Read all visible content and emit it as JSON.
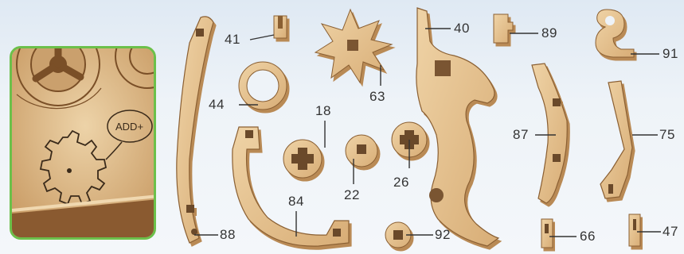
{
  "inset": {
    "note": "ADD+"
  },
  "parts": [
    {
      "id": "41",
      "label": "41"
    },
    {
      "id": "63",
      "label": "63"
    },
    {
      "id": "40",
      "label": "40"
    },
    {
      "id": "89",
      "label": "89"
    },
    {
      "id": "91",
      "label": "91"
    },
    {
      "id": "44",
      "label": "44"
    },
    {
      "id": "18",
      "label": "18"
    },
    {
      "id": "26",
      "label": "26"
    },
    {
      "id": "22",
      "label": "22"
    },
    {
      "id": "87",
      "label": "87"
    },
    {
      "id": "75",
      "label": "75"
    },
    {
      "id": "84",
      "label": "84"
    },
    {
      "id": "88",
      "label": "88"
    },
    {
      "id": "92",
      "label": "92"
    },
    {
      "id": "66",
      "label": "66"
    },
    {
      "id": "47",
      "label": "47"
    }
  ],
  "colors": {
    "wood_face": "#e3c08e",
    "wood_edge": "#b98a55",
    "outline": "#8a5f33",
    "frame_green": "#6cc04a",
    "leader": "#333333"
  }
}
